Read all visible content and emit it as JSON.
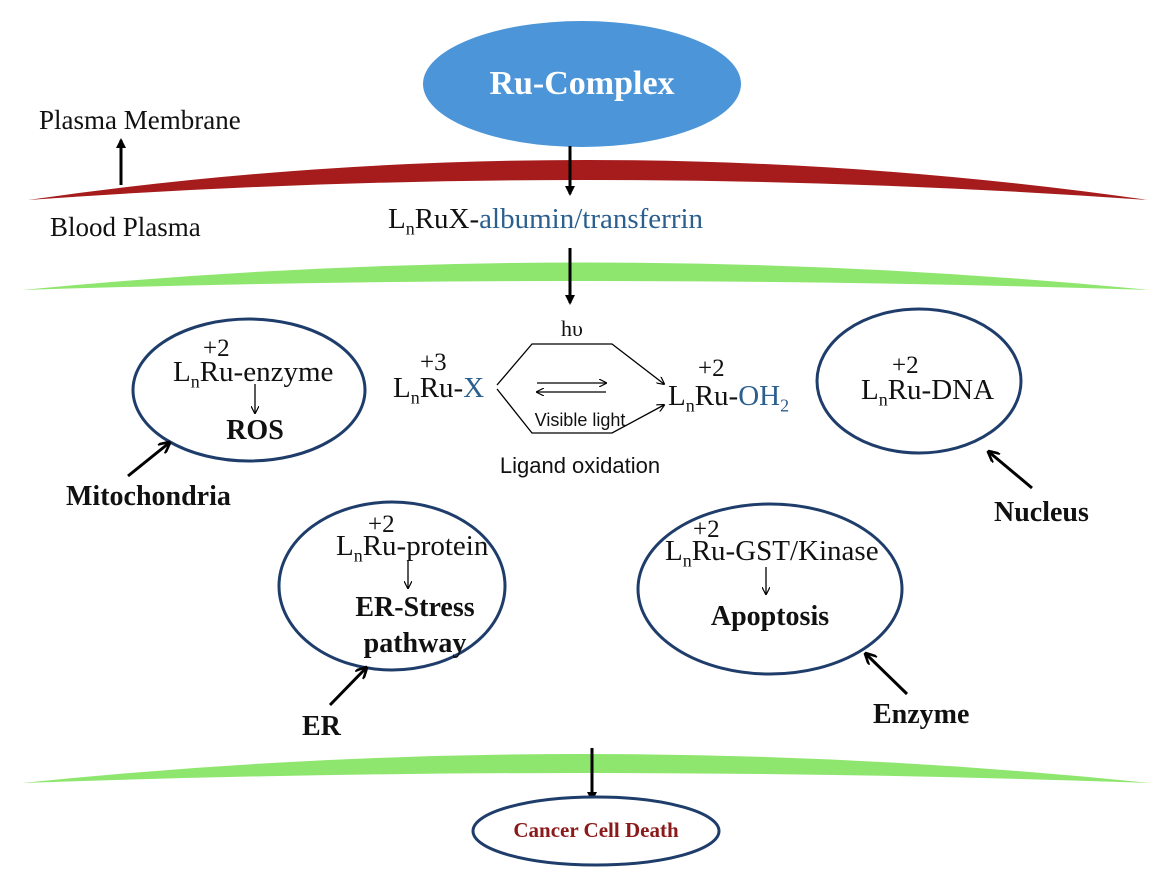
{
  "title": "Ru-Complex",
  "plasma_membrane_label": "Plasma Membrane",
  "blood_plasma_label": "Blood Plasma",
  "transport_complex": {
    "prefix": "L",
    "sub": "n",
    "middle": "RuX-",
    "carrier": "albumin/transferrin"
  },
  "activation": {
    "left_charge": "+3",
    "left_prefix": "L",
    "left_sub": "n",
    "left_mid": "Ru-",
    "left_ligand": "X",
    "top_label": "hυ",
    "bottom_label": "Visible light",
    "below_label": "Ligand oxidation",
    "right_charge": "+2",
    "right_prefix": "L",
    "right_sub": "n",
    "right_mid": "Ru-",
    "right_ligand": "OH",
    "right_ligand_sub": "2"
  },
  "organelles": {
    "mitochondria": {
      "charge": "+2",
      "prefix": "L",
      "sub": "n",
      "target": "Ru-enzyme",
      "outcome": "ROS",
      "label": "Mitochondria"
    },
    "nucleus": {
      "charge": "+2",
      "prefix": "L",
      "sub": "n",
      "target": "Ru-DNA",
      "label": "Nucleus"
    },
    "er": {
      "charge": "+2",
      "prefix": "L",
      "sub": "n",
      "target": "Ru-protein",
      "outcome_line1": "ER-Stress",
      "outcome_line2": "pathway",
      "label": "ER"
    },
    "enzyme": {
      "charge": "+2",
      "prefix": "L",
      "sub": "n",
      "target": "Ru-GST/Kinase",
      "outcome": "Apoptosis",
      "label": "Enzyme"
    }
  },
  "outcome": "Cancer Cell Death",
  "colors": {
    "ru_complex_fill": "#4b95d8",
    "plasma_membrane": "#a61c1c",
    "cell_membrane": "#8ee66e",
    "organelle_outline": "#1f3d6b",
    "ligand_blue": "#2a5f8f",
    "cancer_text": "#8b1a1a"
  }
}
